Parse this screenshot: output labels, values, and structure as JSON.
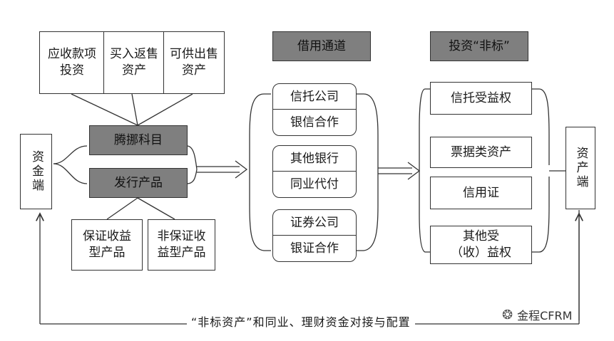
{
  "top_boxes": [
    "应收款项\n投资",
    "买入返售\n资产",
    "可供出售\n资产"
  ],
  "middle": {
    "top": "腾挪科目",
    "bottom": "发行产品"
  },
  "products": [
    "保证收益\n型产品",
    "非保证收\n益型产品"
  ],
  "left_end": "资金端",
  "right_end": "资产端",
  "headers": {
    "channel": "借用通道",
    "invest": "投资“非标”"
  },
  "channels": [
    {
      "top": "信托公司",
      "bottom": "银信合作"
    },
    {
      "top": "其他银行",
      "bottom": "同业代付"
    },
    {
      "top": "证券公司",
      "bottom": "银证合作"
    }
  ],
  "assets": [
    "信托受益权",
    "票据类资产",
    "信用证",
    "其他受\n（收）益权"
  ],
  "caption": "“非标资产”和同业、理财资金对接与配置",
  "brand": "金程CFRM",
  "brand_icon": "wechat-icon"
}
